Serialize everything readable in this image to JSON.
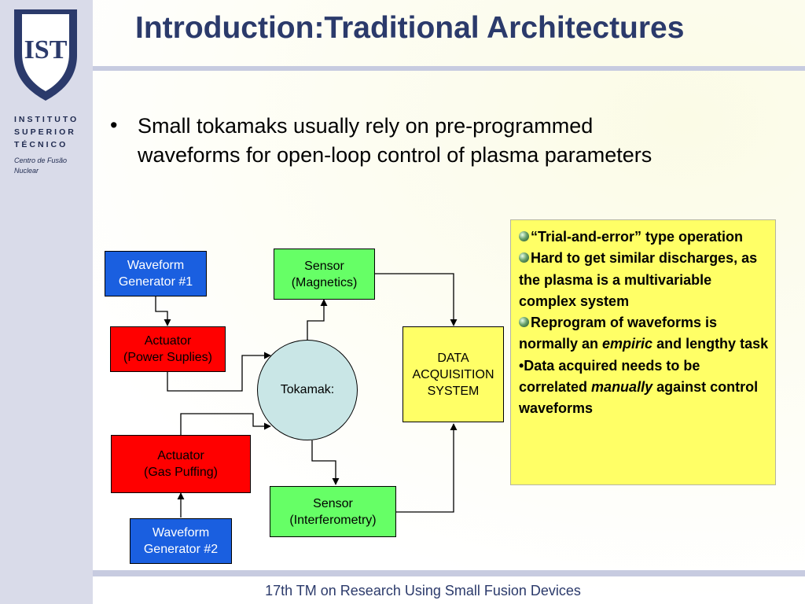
{
  "slide": {
    "title": "Introduction:Traditional Architectures",
    "bullet": "Small tokamaks usually rely on pre-programmed waveforms for open-loop control of plasma parameters",
    "footer": "17th TM on Research Using Small Fusion Devices"
  },
  "institution": {
    "logo_text": "IST",
    "name_line1": "INSTITUTO",
    "name_line2": "SUPERIOR",
    "name_line3": "TÉCNICO",
    "dept_line1": "Centro de Fusão",
    "dept_line2": "Nuclear"
  },
  "diagram": {
    "waveform_gen_1": "Waveform\nGenerator #1",
    "actuator_power": "Actuator\n(Power Suplies)",
    "actuator_gas": "Actuator\n(Gas Puffing)",
    "waveform_gen_2": "Waveform\nGenerator #2",
    "tokamak": "Tokamak:",
    "sensor_magnetics": "Sensor\n(Magnetics)",
    "sensor_interferometry": "Sensor\n(Interferometry)",
    "daq": "DATA\nACQUISITION\nSYSTEM"
  },
  "notes": {
    "item1": "“Trial-and-error” type operation",
    "item2": "Hard to get similar discharges, as the plasma is a multivariable complex system",
    "item3_a": "Reprogram of waveforms is normally an ",
    "item3_em": "empiric",
    "item3_b": " and lengthy task",
    "item4_a": "•Data acquired needs to be correlated ",
    "item4_em": "manually",
    "item4_b": " against control waveforms"
  },
  "colors": {
    "title": "#2b3a6b",
    "sidebar": "#d9dbe9",
    "waveform_box": "#1a5fe0",
    "actuator_box": "#ff0000",
    "sensor_box": "#66ff66",
    "daq_box": "#ffff66",
    "tokamak": "#c9e6e6",
    "notes_box": "#ffff66"
  }
}
